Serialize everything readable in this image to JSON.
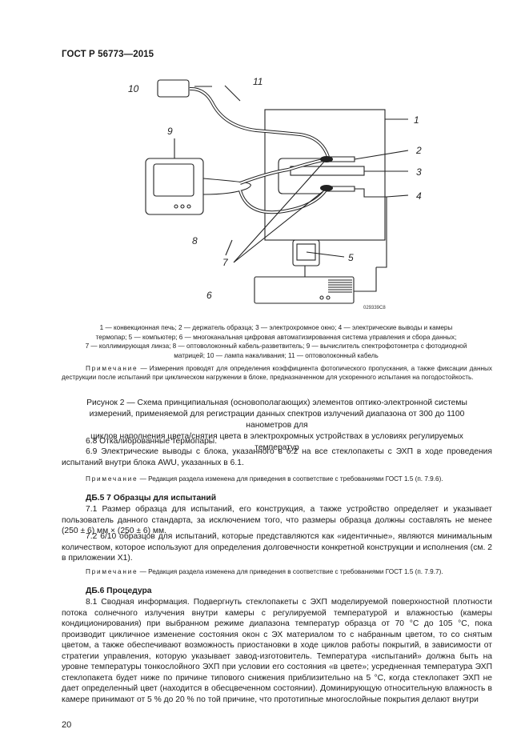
{
  "header": {
    "title": "ГОСТ Р 56773—2015"
  },
  "figure": {
    "labels": [
      "1",
      "2",
      "3",
      "4",
      "5",
      "6",
      "7",
      "8",
      "9",
      "10",
      "11"
    ],
    "code": "029339C8"
  },
  "legend": {
    "lines": [
      "1 — конвекционная печь; 2 — держатель образца; 3 — электрохромное окно; 4 — электрические выводы и камеры",
      "термопар; 5 — компьютер; 6 — многоканальная цифровая автоматизированная система управления и сбора данных;",
      "7 — коллимирующая линза; 8 — оптоволоконный кабель-разветвитель; 9 — вычислитель спектрофотометра с фотодиодной",
      "матрицей; 10 — лампа накаливания; 11 — оптоволоконный кабель"
    ]
  },
  "note1": {
    "label": "Примечание",
    "text": " — Измерения проводят для определения коэффициента фотопического пропускания, а также фиксации данных деструкции после испытаний при циклическом нагружении в блоке, предназначенном для ускоренного испытания на погодостойкость."
  },
  "caption": {
    "lines": [
      "Рисунок 2 — Схема принципиальная (основополагающих) элементов оптико-электронной системы",
      "измерений, применяемой для регистрации данных спектров излучений диапазона от 300 до 1100 нанометров для",
      "циклов наполнения цвета/снятия цвета в электрохромных устройствах в условиях регулируемых температур"
    ]
  },
  "p68": "6.8 Откалиброванные термопары.",
  "p69": "6.9 Электрические выводы с блока, указанного в 6.2 на все стеклопакеты с ЭХП в ходе проведения испытаний внутри блока AWU, указанных в 6.1.",
  "note2": {
    "label": "Примечание",
    "text": " — Редакция раздела изменена для приведения в соответствие с требованиями ГОСТ 1.5 (п. 7.9.6)."
  },
  "db5": {
    "title": "ДБ.5 7 Образцы для испытаний"
  },
  "p71": "7.1 Размер образца для испытаний, его конструкция, а также устройство определяет и указывает пользователь данного стандарта, за исключением того, что размеры образца должны составлять не менее (250 ± 6) мм × (250 ± 6) мм.",
  "p72": "7.2 6/10 образцов для испытаний, которые представляются как «идентичные», являются минимальным количеством, которое используют для определения долговечности конкретной конструкции и исполнения (см. 2 в приложении Х1).",
  "note3": {
    "label": "Примечание",
    "text": " — Редакция раздела изменена для приведения в соответствие с требованиями ГОСТ 1.5 (п. 7.9.7)."
  },
  "db6": {
    "title": "ДБ.6 Процедура"
  },
  "p81": "8.1 Сводная информация. Подвергнуть стеклопакеты с ЭХП моделируемой поверхностной плотности потока солнечного излучения внутри камеры с регулируемой температурой и влажностью (камеры кондиционирования) при выбранном режиме диапазона температур образца от 70 °С до 105 °С, пока производит цикличное изменение состояния окон с ЭХ материалом то с набранным цветом, то со снятым цветом, а также обеспечивают возможность приостановки в ходе циклов работы покрытий, в зависимости от стратегии управления, которую указывает завод-изготовитель. Температура «испытаний» должна быть на уровне температуры тонкослойного ЭХП при условии его состояния «в цвете»; усредненная температура ЭХП стеклопакета будет ниже по причине типового снижения приблизительно на 5 °С, когда стеклопакет ЭХП не дает определенный цвет (находится в обесцвеченном состоянии). Доминирующую относительную влажность в камере принимают от 5 % до 20 % по той причине, что прототипные многослойные покрытия делают внутри",
  "footer": {
    "page": "20"
  }
}
